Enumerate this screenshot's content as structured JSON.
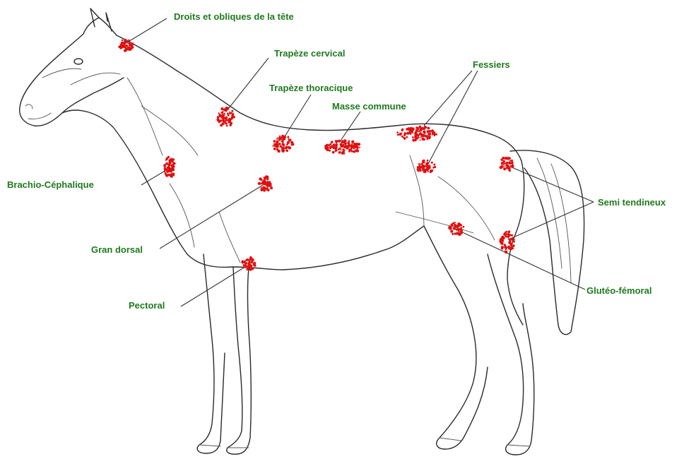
{
  "colors": {
    "label_text": "#1f7a1f",
    "trigger_point": "#e01010",
    "outline": "#2a2a2a"
  },
  "labels": {
    "droits_obliques": "Droits et obliques de la tête",
    "trapeze_cervical": "Trapèze cervical",
    "trapeze_thoracique": "Trapèze thoracique",
    "masse_commune": "Masse commune",
    "fessiers": "Fessiers",
    "brachio_cephalique": "Brachio-Céphalique",
    "gran_dorsal": "Gran dorsal",
    "pectoral": "Pectoral",
    "semi_tendineux": "Semi tendineux",
    "gluteo_femoral": "Glutéo-fémoral"
  }
}
